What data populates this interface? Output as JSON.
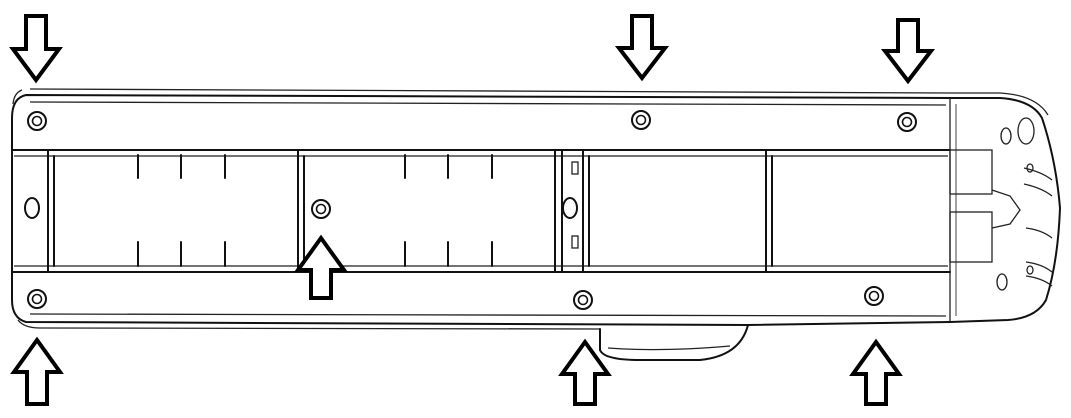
{
  "figure": {
    "subject": "device-underside",
    "screw_count": 7,
    "arrow_count": 7,
    "arrows": [
      {
        "id": "top-left",
        "direction": "down"
      },
      {
        "id": "top-center",
        "direction": "down"
      },
      {
        "id": "top-right",
        "direction": "down"
      },
      {
        "id": "center",
        "direction": "up"
      },
      {
        "id": "bottom-left",
        "direction": "up"
      },
      {
        "id": "bottom-center",
        "direction": "up"
      },
      {
        "id": "bottom-right",
        "direction": "up"
      }
    ],
    "colors": {
      "line": "#111111",
      "background": "#ffffff"
    }
  }
}
